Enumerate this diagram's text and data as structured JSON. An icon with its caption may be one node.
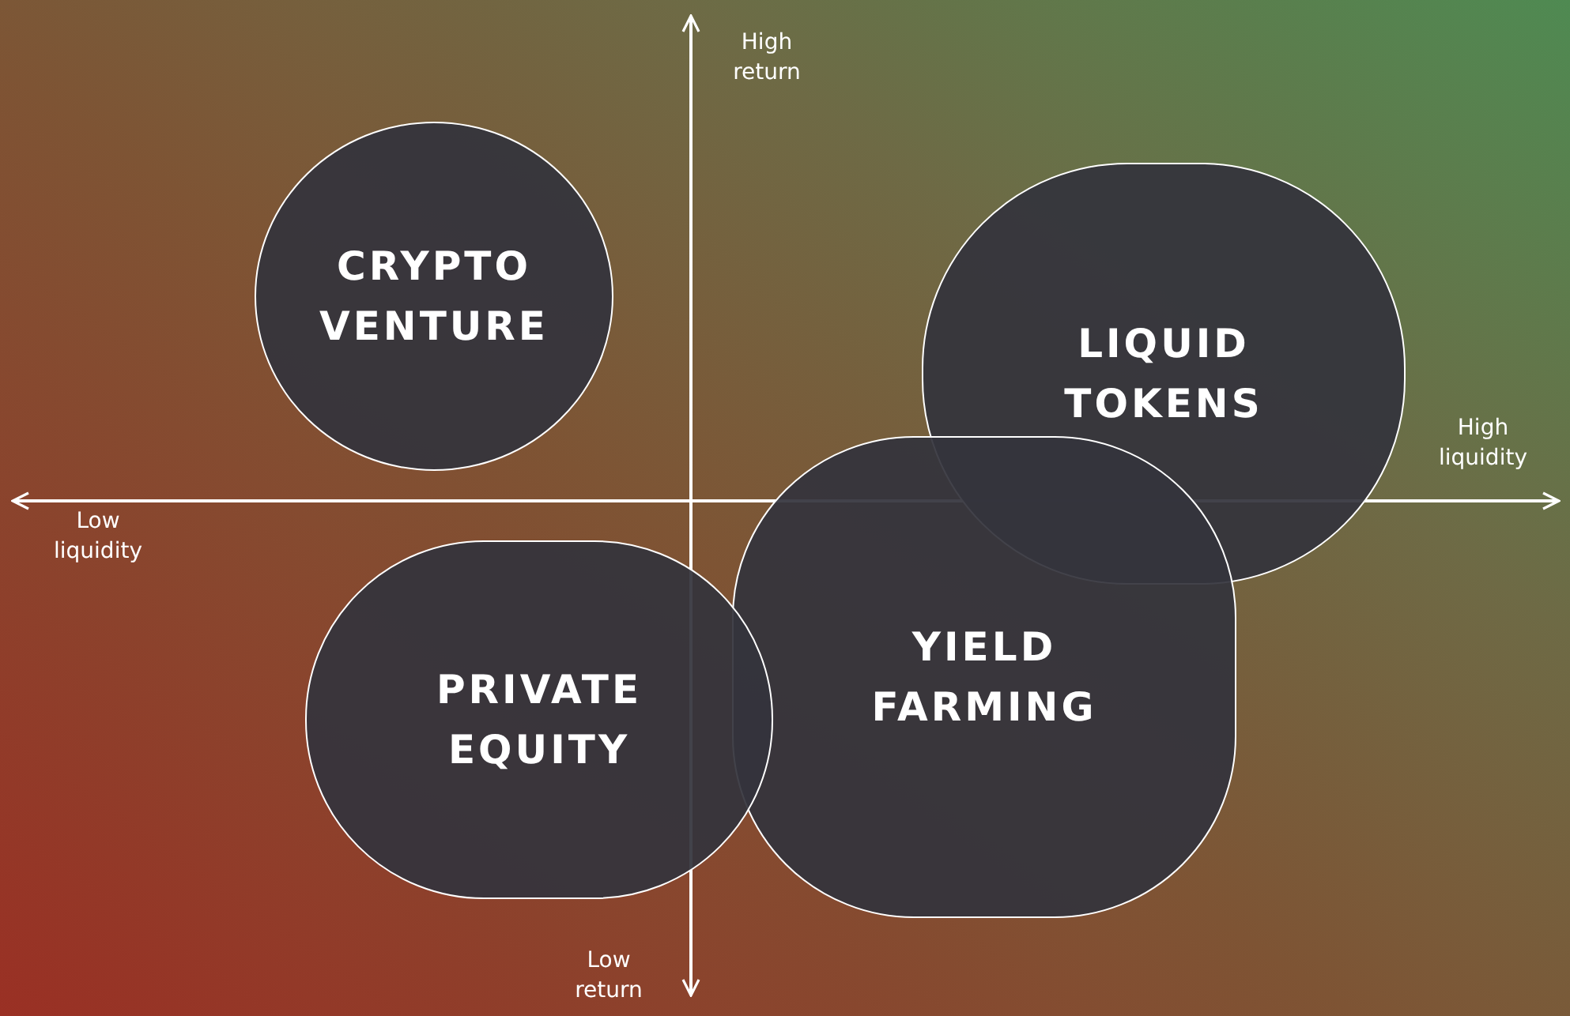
{
  "diagram": {
    "nodes": [
      {
        "text": [
          "CRYPTO VENTURE"
        ]
      },
      {
        "text": [
          "LIQUID TOKENS"
        ]
      },
      {
        "text": [
          "YIELD FARMING"
        ]
      },
      {
        "text": [
          "PRIVATE EQUITY"
        ]
      }
    ],
    "labels": [
      "High return",
      "High liquidity",
      "Low liquidity",
      "Low return"
    ]
  }
}
